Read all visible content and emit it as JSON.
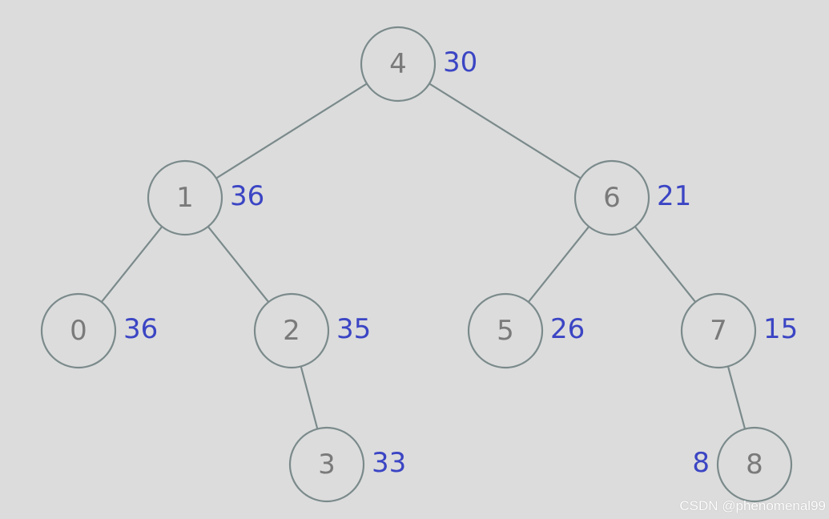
{
  "tree": {
    "nodes": [
      {
        "id": "4",
        "label": "4",
        "value": "30"
      },
      {
        "id": "1",
        "label": "1",
        "value": "36"
      },
      {
        "id": "6",
        "label": "6",
        "value": "21"
      },
      {
        "id": "0",
        "label": "0",
        "value": "36"
      },
      {
        "id": "2",
        "label": "2",
        "value": "35"
      },
      {
        "id": "5",
        "label": "5",
        "value": "26"
      },
      {
        "id": "7",
        "label": "7",
        "value": "15"
      },
      {
        "id": "3",
        "label": "3",
        "value": "33"
      },
      {
        "id": "8",
        "label": "8",
        "value": "8"
      }
    ],
    "edges": [
      {
        "from": "4",
        "to": "1"
      },
      {
        "from": "4",
        "to": "6"
      },
      {
        "from": "1",
        "to": "0"
      },
      {
        "from": "1",
        "to": "2"
      },
      {
        "from": "2",
        "to": "3"
      },
      {
        "from": "6",
        "to": "5"
      },
      {
        "from": "6",
        "to": "7"
      },
      {
        "from": "7",
        "to": "8"
      }
    ]
  },
  "watermark": "CSDN @phenomenal99",
  "colors": {
    "background": "#dcdcdc",
    "node_stroke": "#7b8a8b",
    "node_text": "#7a7a7a",
    "value_text": "#3b45c4"
  }
}
